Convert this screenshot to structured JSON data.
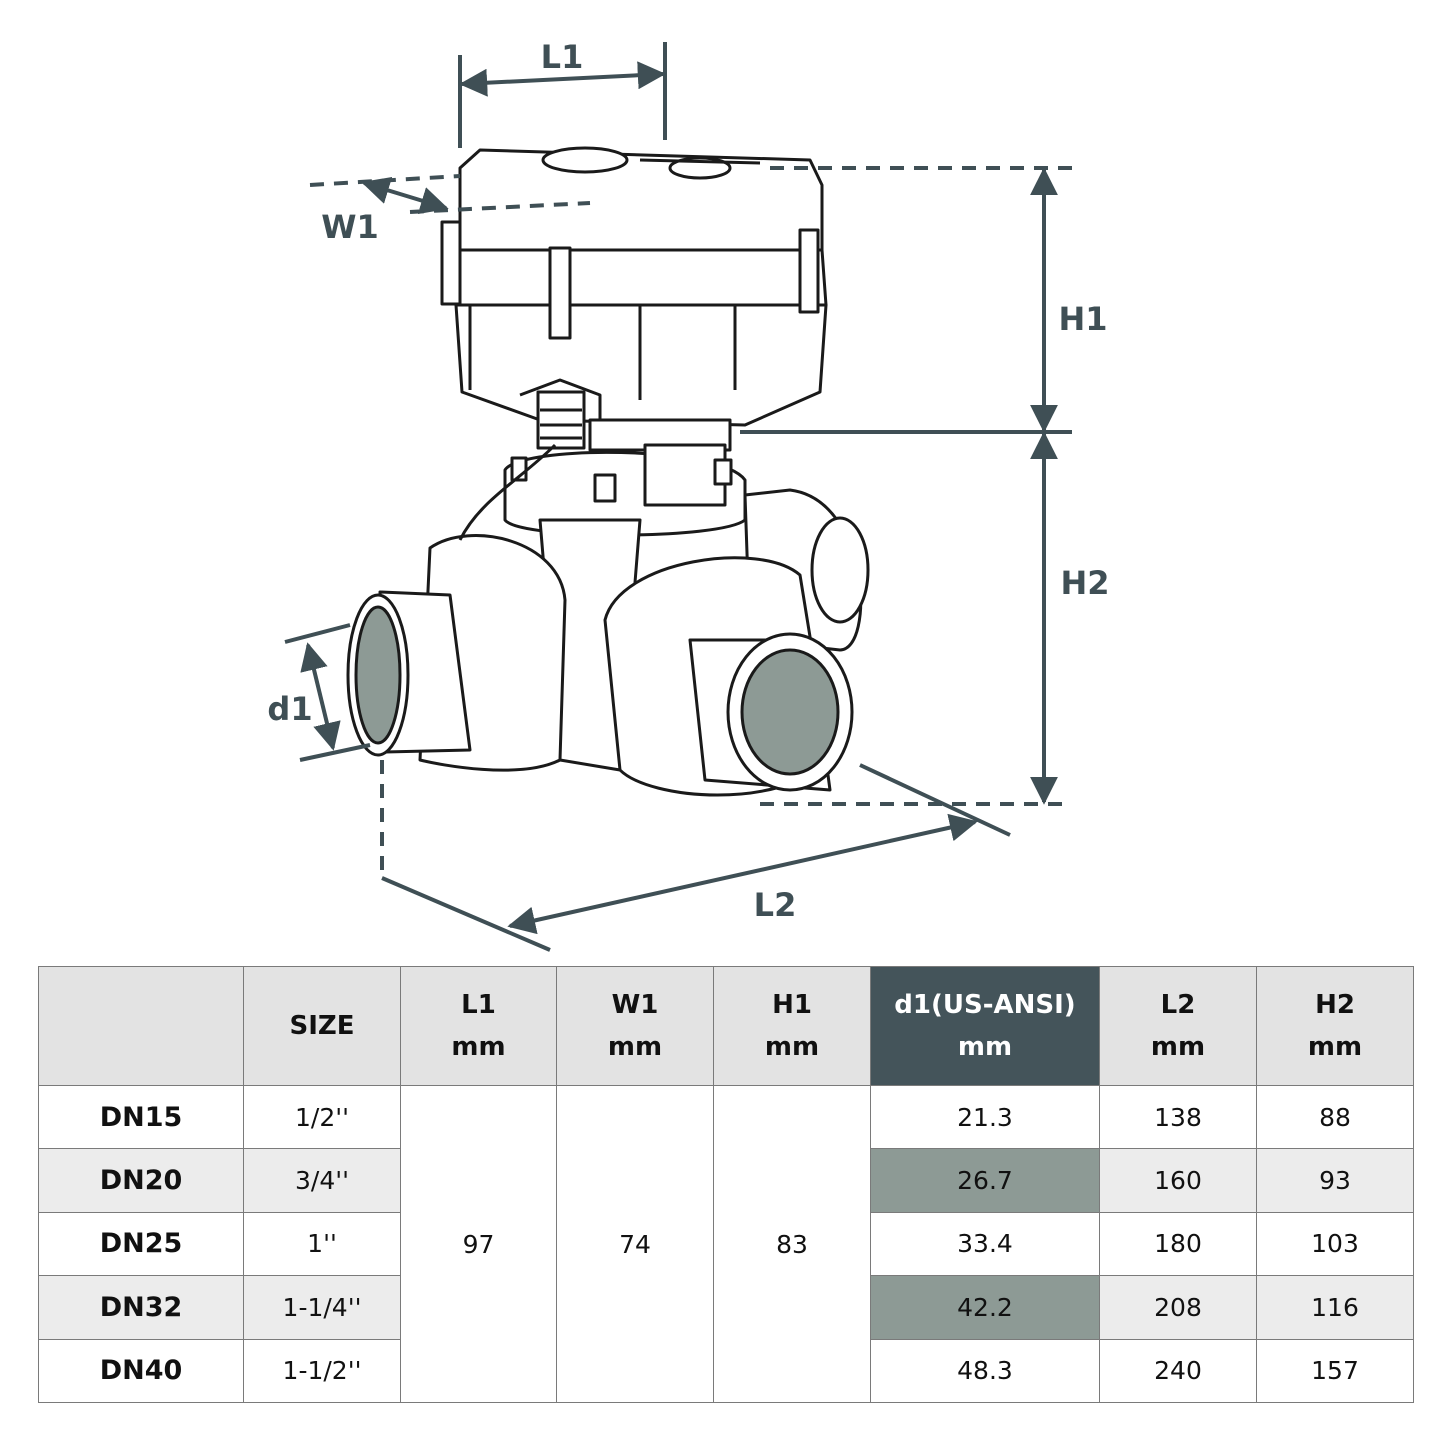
{
  "diagram": {
    "labels": {
      "l1": "L1",
      "w1": "W1",
      "h1": "H1",
      "h2": "H2",
      "d1": "d1",
      "l2": "L2"
    }
  },
  "table": {
    "headers": [
      {
        "line1": "",
        "line2": ""
      },
      {
        "line1": "SIZE",
        "line2": ""
      },
      {
        "line1": "L1",
        "line2": "mm"
      },
      {
        "line1": "W1",
        "line2": "mm"
      },
      {
        "line1": "H1",
        "line2": "mm"
      },
      {
        "line1": "d1(US-ANSI)",
        "line2": "mm"
      },
      {
        "line1": "L2",
        "line2": "mm"
      },
      {
        "line1": "H2",
        "line2": "mm"
      }
    ],
    "rows": [
      {
        "dn": "DN15",
        "size": "1/2''",
        "d1": "21.3",
        "l2": "138",
        "h2": "88"
      },
      {
        "dn": "DN20",
        "size": "3/4''",
        "d1": "26.7",
        "l2": "160",
        "h2": "93"
      },
      {
        "dn": "DN25",
        "size": "1''",
        "d1": "33.4",
        "l2": "180",
        "h2": "103"
      },
      {
        "dn": "DN32",
        "size": "1-1/4''",
        "d1": "42.2",
        "l2": "208",
        "h2": "116"
      },
      {
        "dn": "DN40",
        "size": "1-1/2''",
        "d1": "48.3",
        "l2": "240",
        "h2": "157"
      }
    ],
    "common": {
      "l1": "97",
      "w1": "74",
      "h1": "83"
    }
  },
  "colors": {
    "dimension": "#3f4f55",
    "header_highlight": "#44545a",
    "cell_highlight": "#8d9a95",
    "header_bg": "#e3e3e3"
  }
}
